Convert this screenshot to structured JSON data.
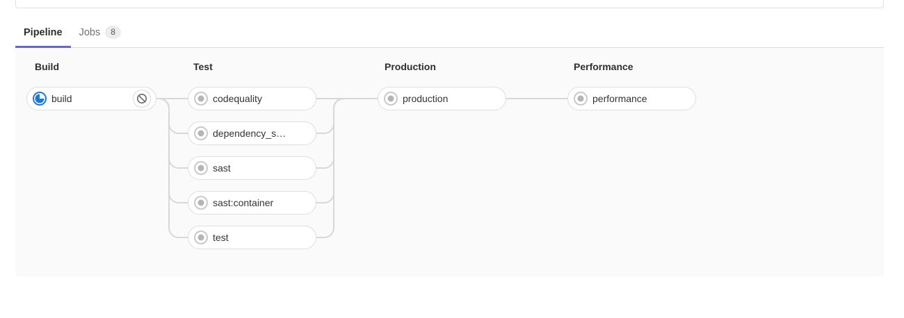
{
  "tabs": [
    {
      "label": "Pipeline",
      "active": true
    },
    {
      "label": "Jobs",
      "badge": "8",
      "active": false
    }
  ],
  "stages": [
    {
      "name": "Build",
      "jobs": [
        {
          "name": "build",
          "status": "running",
          "action": "cancel"
        }
      ]
    },
    {
      "name": "Test",
      "jobs": [
        {
          "name": "codequality",
          "status": "created"
        },
        {
          "name": "dependency_s…",
          "status": "created"
        },
        {
          "name": "sast",
          "status": "created"
        },
        {
          "name": "sast:container",
          "status": "created"
        },
        {
          "name": "test",
          "status": "created"
        }
      ]
    },
    {
      "name": "Production",
      "jobs": [
        {
          "name": "production",
          "status": "created"
        }
      ]
    },
    {
      "name": "Performance",
      "jobs": [
        {
          "name": "performance",
          "status": "created"
        }
      ]
    }
  ],
  "icons": {
    "running": "running-spinner-icon",
    "created": "created-status-icon",
    "cancel": "ban-icon"
  },
  "colors": {
    "accent": "#6666c4",
    "running_blue": "#1f78d1",
    "created_ring": "#c9c9c9",
    "created_dot": "#b5b5b5",
    "connector": "#d8d8d8",
    "panel_bg": "#fafafa",
    "pill_border": "#dedede",
    "ban_icon": "#666666"
  }
}
